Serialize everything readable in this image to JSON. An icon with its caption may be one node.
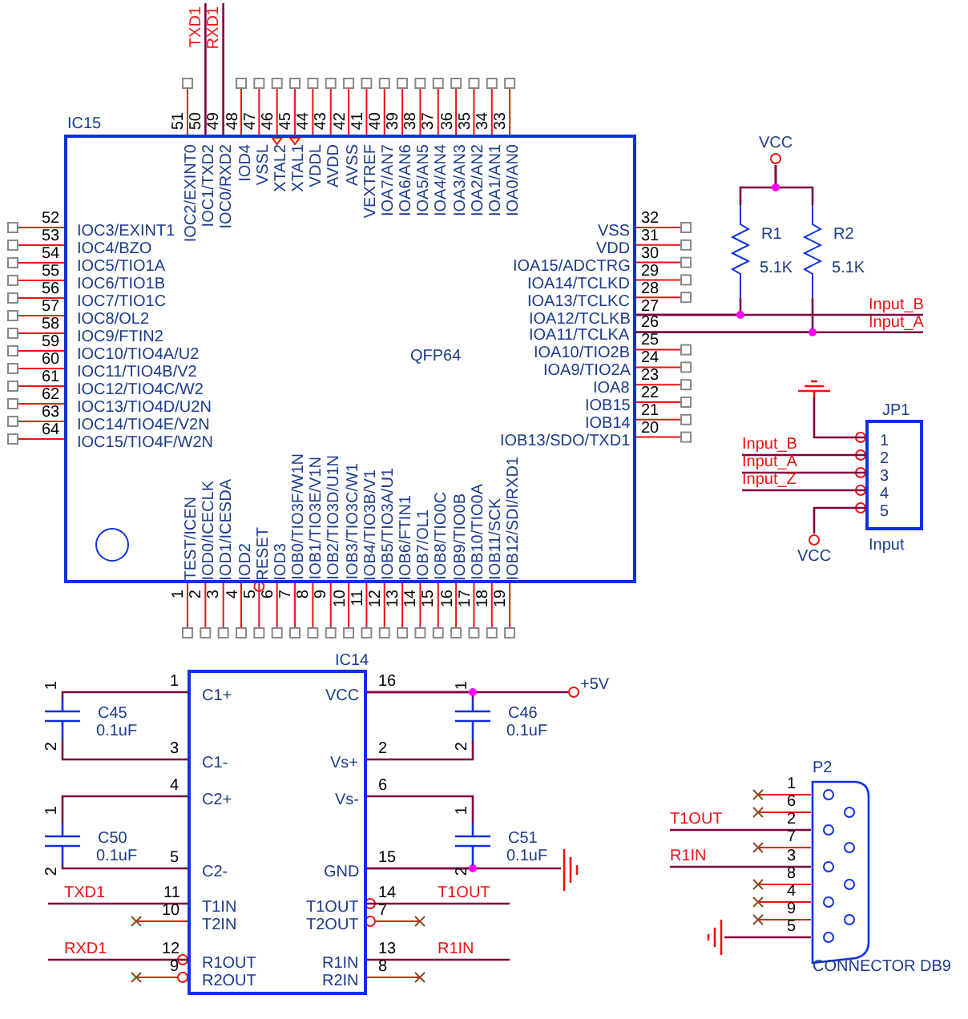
{
  "diagram": {
    "nodes": [
      {
        "text": [
          "IC15",
          "QFP64",
          "TEST/ICEN",
          "IOD0/ICECLK",
          "IOD1/ICESDA",
          "IOD2",
          "RESET",
          "IOD3",
          "IOB0/TIO3F/W1N",
          "IOB1/TIO3E/V1N",
          "IOB2/TIO3D/U1N",
          "IOB3/TIO3C/W1",
          "IOB4/TIO3B/V1",
          "IOB5/TIO3A/U1",
          "IOB6/FTIN1",
          "IOB7/OL1",
          "IOB8/TIO0C",
          "IOB9/TIO0B",
          "IOB10/TIO0A",
          "IOB11/SCK",
          "IOB12/SDI/RXD1",
          "IOB13/SDO/TXD1",
          "IOB14",
          "IOB15",
          "IOA8",
          "IOA9/TIO2A",
          "IOA10/TIO2B",
          "IOA11/TCLKA",
          "IOA12/TCLKB",
          "IOA13/TCLKC",
          "IOA14/TCLKD",
          "IOA15/ADCTRG",
          "VDD",
          "VSS",
          "IOA0/AN0",
          "IOA1/AN1",
          "IOA2/AN2",
          "IOA3/AN3",
          "IOA4/AN4",
          "IOA5/AN5",
          "IOA6/AN6",
          "IOA7/AN7",
          "VEXTREF",
          "AVSS",
          "AVDD",
          "VDDL",
          "XTAL1",
          "XTAL2",
          "VSSL",
          "IOD4",
          "IOC0/RXD2",
          "IOC1/TXD2",
          "IOC2/EXINT0",
          "IOC3/EXINT1",
          "IOC4/BZO",
          "IOC5/TIO1A",
          "IOC6/TIO1B",
          "IOC7/TIO1C",
          "IOC8/OL2",
          "IOC9/FTIN2",
          "IOC10/TIO4A/U2",
          "IOC11/TIO4B/V2",
          "IOC12/TIO4C/W2",
          "IOC13/TIO4D/U2N",
          "IOC14/TIO4E/V2N",
          "IOC15/TIO4F/W2N"
        ],
        "beside": [
          "1",
          "2",
          "3",
          "4",
          "5",
          "6",
          "7",
          "8",
          "9",
          "10",
          "11",
          "12",
          "13",
          "14",
          "15",
          "16",
          "17",
          "18",
          "19",
          "20",
          "21",
          "22",
          "23",
          "24",
          "25",
          "26",
          "27",
          "28",
          "29",
          "30",
          "31",
          "32",
          "33",
          "34",
          "35",
          "36",
          "37",
          "38",
          "39",
          "40",
          "41",
          "42",
          "43",
          "44",
          "45",
          "46",
          "47",
          "48",
          "49",
          "50",
          "51",
          "52",
          "53",
          "54",
          "55",
          "56",
          "57",
          "58",
          "59",
          "60",
          "61",
          "62",
          "63",
          "64"
        ]
      },
      {
        "text": [
          "VCC"
        ]
      },
      {
        "text": [
          "R1",
          "5.1K"
        ]
      },
      {
        "text": [
          "R2",
          "5.1K"
        ]
      },
      {
        "text": [],
        "shape": "ground"
      },
      {
        "text": [
          "JP1",
          "1",
          "2",
          "3",
          "4",
          "5",
          "Input"
        ]
      },
      {
        "text": [
          "VCC"
        ]
      },
      {
        "text": [
          "IC14",
          "C1+",
          "C1-",
          "C2+",
          "C2-",
          "T1IN",
          "T2IN",
          "R1OUT",
          "R2OUT",
          "VCC",
          "Vs+",
          "Vs-",
          "GND",
          "T1OUT",
          "T2OUT",
          "R1IN",
          "R2IN"
        ],
        "beside": [
          "1",
          "3",
          "4",
          "5",
          "11",
          "10",
          "12",
          "9",
          "16",
          "2",
          "6",
          "15",
          "14",
          "7",
          "13",
          "8"
        ]
      },
      {
        "text": [
          "C45",
          "0.1uF"
        ],
        "beside": [
          "1",
          "2"
        ]
      },
      {
        "text": [
          "C50",
          "0.1uF"
        ],
        "beside": [
          "1",
          "2"
        ]
      },
      {
        "text": [
          "C46",
          "0.1uF"
        ],
        "beside": [
          "1",
          "2"
        ]
      },
      {
        "text": [
          "C51",
          "0.1uF"
        ],
        "beside": [
          "1",
          "2"
        ]
      },
      {
        "text": [
          "+5V"
        ]
      },
      {
        "text": [],
        "shape": "ground"
      },
      {
        "text": [
          "P2",
          "CONNECTOR DB9"
        ],
        "beside": [
          "1",
          "6",
          "2",
          "7",
          "3",
          "8",
          "4",
          "9",
          "5"
        ]
      },
      {
        "text": [],
        "shape": "ground"
      }
    ],
    "edges": [
      {
        "from": 0,
        "to": null,
        "arrow": "none",
        "label": "TXD1"
      },
      {
        "from": 0,
        "to": null,
        "arrow": "none",
        "label": "RXD1"
      },
      {
        "from": 1,
        "to": 2,
        "arrow": "none"
      },
      {
        "from": 1,
        "to": 3,
        "arrow": "none"
      },
      {
        "from": 0,
        "to": null,
        "arrow": "none",
        "label": "Input_B"
      },
      {
        "from": 0,
        "to": null,
        "arrow": "none",
        "label": "Input_A"
      },
      {
        "from": 2,
        "to": 0,
        "arrow": "none"
      },
      {
        "from": 3,
        "to": 0,
        "arrow": "none"
      },
      {
        "from": 4,
        "to": 5,
        "arrow": "none"
      },
      {
        "from": null,
        "to": 5,
        "arrow": "none",
        "label": "Input_B"
      },
      {
        "from": null,
        "to": 5,
        "arrow": "none",
        "label": "Input_A"
      },
      {
        "from": null,
        "to": 5,
        "arrow": "none",
        "label": "Input_Z"
      },
      {
        "from": 5,
        "to": 6,
        "arrow": "none"
      },
      {
        "from": 8,
        "to": 7,
        "arrow": "none"
      },
      {
        "from": 8,
        "to": 7,
        "arrow": "none"
      },
      {
        "from": 9,
        "to": 7,
        "arrow": "none"
      },
      {
        "from": 9,
        "to": 7,
        "arrow": "none"
      },
      {
        "from": 7,
        "to": 10,
        "arrow": "none"
      },
      {
        "from": 7,
        "to": 12,
        "arrow": "none"
      },
      {
        "from": 7,
        "to": 10,
        "arrow": "none"
      },
      {
        "from": 7,
        "to": 11,
        "arrow": "none"
      },
      {
        "from": 7,
        "to": 11,
        "arrow": "none"
      },
      {
        "from": 7,
        "to": 13,
        "arrow": "none"
      },
      {
        "from": null,
        "to": 7,
        "arrow": "none",
        "label": "TXD1"
      },
      {
        "from": null,
        "to": 7,
        "arrow": "none",
        "label": "RXD1"
      },
      {
        "from": 7,
        "to": null,
        "arrow": "none",
        "label": "T1OUT"
      },
      {
        "from": 7,
        "to": null,
        "arrow": "none",
        "label": "R1IN"
      },
      {
        "from": null,
        "to": 14,
        "arrow": "none",
        "label": "T1OUT"
      },
      {
        "from": null,
        "to": 14,
        "arrow": "none",
        "label": "R1IN"
      },
      {
        "from": 15,
        "to": 14,
        "arrow": "none"
      }
    ]
  }
}
